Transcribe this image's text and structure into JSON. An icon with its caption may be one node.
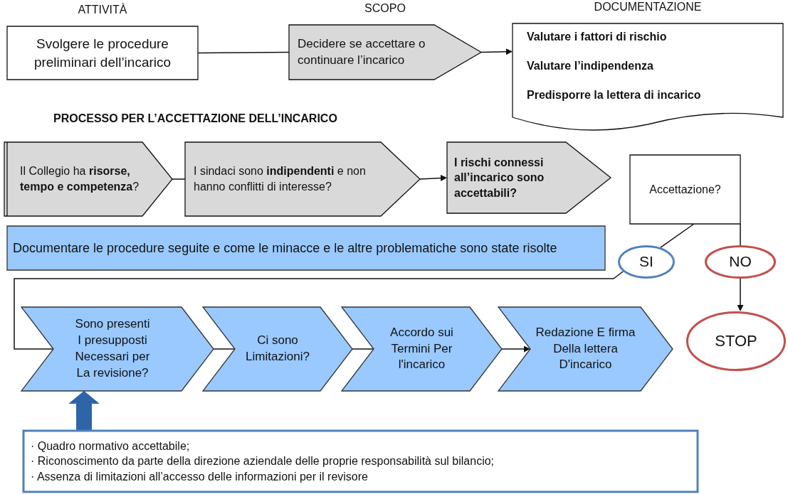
{
  "diagram": {
    "nodes": [
      {
        "text": [
          "ATTIVITÀ",
          "Svolgere le procedure preliminari dell’incarico"
        ]
      },
      {
        "text": [
          "SCOPO",
          "Decidere se accettare o continuare l’incarico"
        ]
      },
      {
        "text": [
          "DOCUMENTAZIONE",
          "Valutare i fattori di rischio",
          "Valutare l’indipendenza",
          "Predisporre la lettera di incarico"
        ]
      },
      {
        "text": [
          "Il Collegio ha **risorse, tempo e competenza**?"
        ]
      },
      {
        "text": [
          "I sindaci sono **indipendenti** e non hanno conflitti di interesse?"
        ]
      },
      {
        "text": [
          "I rischi connessi all’incarico sono accettabili?"
        ]
      },
      {
        "text": [
          "Accettazione?"
        ]
      },
      {
        "text": [
          "Documentare le procedure seguite e come le minacce e le altre problematiche sono state risolte"
        ]
      },
      {
        "text": [
          "SI"
        ]
      },
      {
        "text": [
          "NO"
        ]
      },
      {
        "text": [
          "Sono presenti I presupposti Necessari per La revisione?"
        ]
      },
      {
        "text": [
          "Ci sono Limitazioni?"
        ]
      },
      {
        "text": [
          "Accordo sui Termini Per l'incarico"
        ]
      },
      {
        "text": [
          "Redazione E firma Della lettera D'incarico"
        ]
      },
      {
        "text": [
          "STOP"
        ]
      },
      {
        "text": [
          "· Quadro normativo accettabile;",
          "· Riconoscimento da parte della direzione aziendale  delle proprie responsabilità sul bilancio;",
          "· Assenza di limitazioni all’accesso delle informazioni per il revisore"
        ]
      }
    ],
    "edges": [
      {
        "from": 0,
        "to": 1,
        "arrow": "none"
      },
      {
        "from": 1,
        "to": 2,
        "arrow": "to"
      },
      {
        "from": 3,
        "to": 4,
        "arrow": "none"
      },
      {
        "from": 4,
        "to": 5,
        "arrow": "to"
      },
      {
        "from": 6,
        "to": 8,
        "arrow": "none"
      },
      {
        "from": 6,
        "to": 9,
        "arrow": "none"
      },
      {
        "from": 9,
        "to": 14,
        "arrow": "to"
      },
      {
        "from": 8,
        "to": 10,
        "arrow": "none"
      },
      {
        "from": 10,
        "to": 11,
        "arrow": "none"
      },
      {
        "from": 11,
        "to": 12,
        "arrow": "none"
      },
      {
        "from": 12,
        "to": 13,
        "arrow": "to"
      },
      {
        "from": 15,
        "to": 10,
        "arrow": "to",
        "style": "thick",
        "color": "#2e64a8"
      }
    ],
    "labels": [
      "PROCESSO PER L’ACCETTAZIONE DELL’INCARICO"
    ]
  }
}
